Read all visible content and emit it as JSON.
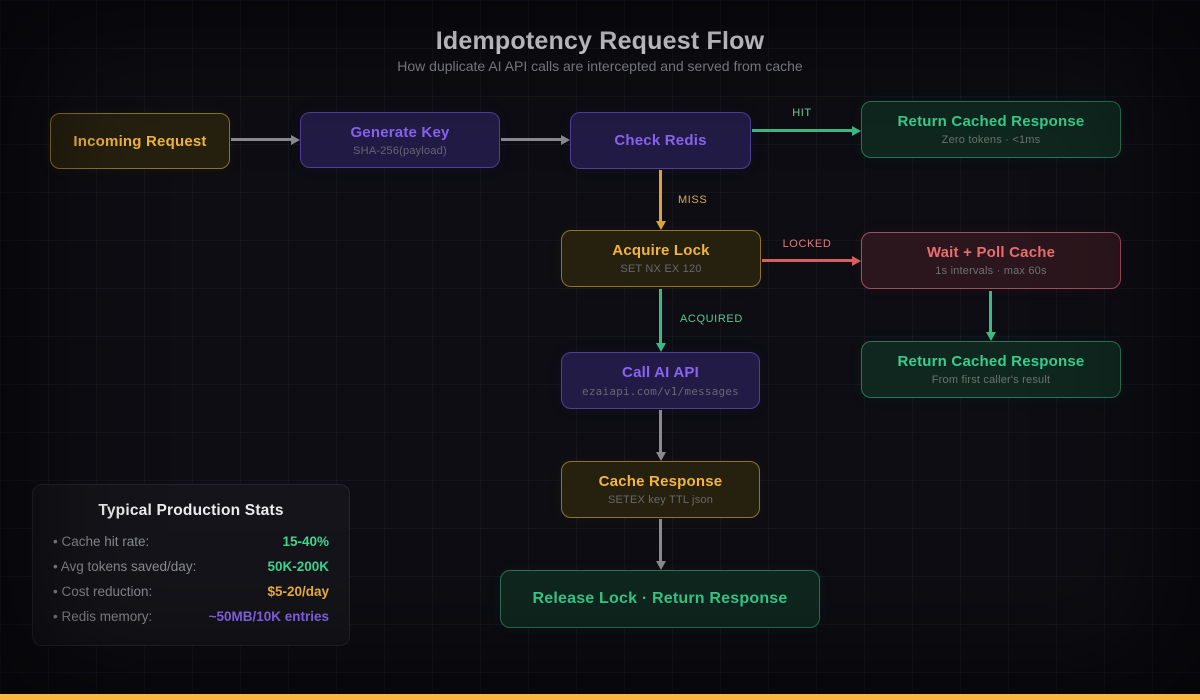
{
  "header": {
    "title": "Idempotency Request Flow",
    "subtitle": "How duplicate AI API calls are intercepted and served from cache"
  },
  "nodes": {
    "incoming_request": {
      "title": "Incoming Request"
    },
    "generate_key": {
      "title": "Generate Key",
      "subtitle": "SHA-256(payload)"
    },
    "check_redis": {
      "title": "Check Redis"
    },
    "return_cached_hit": {
      "title": "Return Cached Response",
      "subtitle": "Zero tokens · <1ms"
    },
    "acquire_lock": {
      "title": "Acquire Lock",
      "subtitle": "SET NX EX 120"
    },
    "wait_poll_cache": {
      "title": "Wait + Poll Cache",
      "subtitle": "1s intervals · max 60s"
    },
    "call_ai_api": {
      "title": "Call AI API",
      "subtitle": "ezaiapi.com/v1/messages"
    },
    "return_cached_wait": {
      "title": "Return Cached Response",
      "subtitle": "From first caller's result"
    },
    "cache_response": {
      "title": "Cache Response",
      "subtitle": "SETEX key TTL json"
    },
    "release_lock": {
      "title": "Release Lock · Return Response"
    }
  },
  "edge_labels": {
    "hit": "HIT",
    "miss": "MISS",
    "locked": "LOCKED",
    "acquired": "ACQUIRED"
  },
  "stats": {
    "title": "Typical Production Stats",
    "rows": [
      {
        "label": "• Cache hit rate:",
        "value": "15-40%"
      },
      {
        "label": "• Avg tokens saved/day:",
        "value": "50K-200K"
      },
      {
        "label": "• Cost reduction:",
        "value": "$5-20/day"
      },
      {
        "label": "• Redis memory:",
        "value": "~50MB/10K entries"
      }
    ]
  },
  "colors": {
    "background": "#0d0d13",
    "amber": "#f2b63e",
    "purple": "#8a63f2",
    "green": "#37cf8d",
    "red": "#e96e6e",
    "gray_arrow": "#8a8a90",
    "green_arrow": "#3cba85",
    "amber_arrow": "#d9a43b",
    "red_arrow": "#d95f5f",
    "bottom_bar": "#f6b93e"
  }
}
